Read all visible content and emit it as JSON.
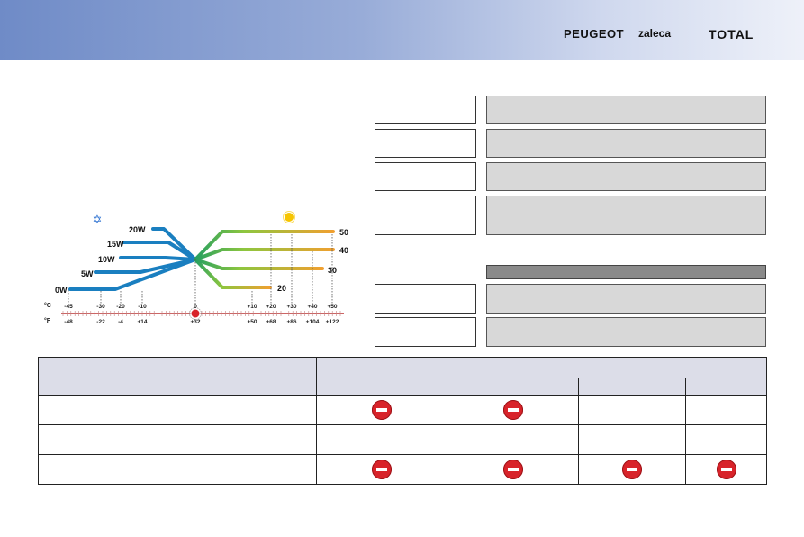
{
  "header": {
    "logos": {
      "peugeot": "PEUGEOT",
      "zaleca": "zaleca",
      "total": "TOTAL"
    }
  },
  "viscosity_chart": {
    "winter_grades": [
      "0W",
      "5W",
      "10W",
      "15W",
      "20W"
    ],
    "summer_grades": [
      "20",
      "30",
      "40",
      "50"
    ],
    "celsius_unit": "°C",
    "fahrenheit_unit": "°F",
    "celsius_ticks": [
      "-45",
      "-30",
      "-20",
      "-10",
      "0",
      "+10",
      "+20",
      "+30",
      "+40",
      "+50"
    ],
    "fahrenheit_ticks": [
      "-48",
      "-22",
      "-4",
      "+14",
      "+32",
      "+50",
      "+68",
      "+86",
      "+104",
      "+122"
    ],
    "cold_icon": "snowflake-icon",
    "hot_icon": "sun-icon",
    "colors": {
      "cold": "#1a7fc0",
      "hot": "#f0a030",
      "marker": "#d8232a",
      "bar": "#cc6666"
    }
  },
  "table": {
    "rows": [
      {
        "restrictions": [
          true,
          true,
          false,
          false
        ]
      },
      {
        "restrictions": [
          false,
          false,
          false,
          false
        ]
      },
      {
        "restrictions": [
          true,
          true,
          true,
          true
        ]
      }
    ],
    "restriction_icon": "no-entry-icon"
  }
}
